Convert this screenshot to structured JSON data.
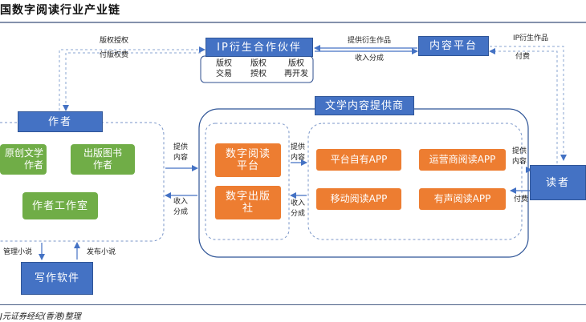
{
  "title": "国数字阅读行业产业链",
  "footer": "J元证券经纪(香港)整理",
  "nodes": {
    "ip_partner": "IP衍生合作伙伴",
    "content_platform": "内容平台",
    "literature_provider": "文学内容提供商",
    "author": "作者",
    "original_author": "原创文学\n作者",
    "publish_author": "出版图书\n作者",
    "studio": "作者工作室",
    "writing_software": "写作软件",
    "digital_platform": "数字阅读\n平台",
    "digital_publisher": "数字出版\n社",
    "own_app": "平台自有APP",
    "operator_app": "运营商阅读APP",
    "mobile_app": "移动阅读APP",
    "audio_app": "有声阅读APP",
    "reader": "读者"
  },
  "ip_items": [
    {
      "top": "版权",
      "bottom": "交易"
    },
    {
      "top": "版权",
      "bottom": "授权"
    },
    {
      "top": "版权",
      "bottom": "再开发"
    }
  ],
  "labels": {
    "copyright_auth": "版权授权",
    "pay_copyright_fee": "付版权费",
    "provide_derivative": "提供衍生作品",
    "revenue_share_top": "收入分成",
    "ip_derivative": "IP衍生作品",
    "pay_fee_top": "付费",
    "provide_content_1": "提供\n内容",
    "revenue_share_1": "收入\n分成",
    "provide_content_2": "提供\n内容",
    "revenue_share_2": "收入\n分成",
    "provide_content_3": "提供\n内容",
    "pay_fee_right": "付费",
    "manage_novel": "管理小说",
    "publish_novel": "发布小说"
  }
}
